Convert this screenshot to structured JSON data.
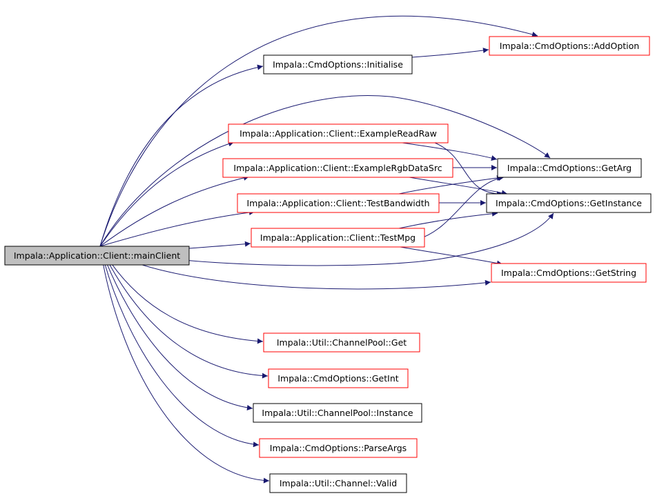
{
  "colors": {
    "edge": "#191970",
    "root_fill": "#bfbfbf",
    "border_documented": "#000000",
    "border_undocumented": "#ff0000"
  },
  "nodes": [
    {
      "id": "mainClient",
      "label": "Impala::Application::Client::mainClient",
      "root": true,
      "border": "#000000"
    },
    {
      "id": "AddOption",
      "label": "Impala::CmdOptions::AddOption",
      "border": "#ff0000"
    },
    {
      "id": "Initialise",
      "label": "Impala::CmdOptions::Initialise",
      "border": "#000000"
    },
    {
      "id": "ExampleReadRaw",
      "label": "Impala::Application::Client::ExampleReadRaw",
      "border": "#ff0000"
    },
    {
      "id": "ExampleRgbDataSrc",
      "label": "Impala::Application::Client::ExampleRgbDataSrc",
      "border": "#ff0000"
    },
    {
      "id": "GetArg",
      "label": "Impala::CmdOptions::GetArg",
      "border": "#000000"
    },
    {
      "id": "TestBandwidth",
      "label": "Impala::Application::Client::TestBandwidth",
      "border": "#ff0000"
    },
    {
      "id": "GetInstance",
      "label": "Impala::CmdOptions::GetInstance",
      "border": "#000000"
    },
    {
      "id": "TestMpg",
      "label": "Impala::Application::Client::TestMpg",
      "border": "#ff0000"
    },
    {
      "id": "GetString",
      "label": "Impala::CmdOptions::GetString",
      "border": "#ff0000"
    },
    {
      "id": "ChannelPoolGet",
      "label": "Impala::Util::ChannelPool::Get",
      "border": "#ff0000"
    },
    {
      "id": "GetInt",
      "label": "Impala::CmdOptions::GetInt",
      "border": "#ff0000"
    },
    {
      "id": "ChannelPoolInstance",
      "label": "Impala::Util::ChannelPool::Instance",
      "border": "#000000"
    },
    {
      "id": "ParseArgs",
      "label": "Impala::CmdOptions::ParseArgs",
      "border": "#ff0000"
    },
    {
      "id": "ChannelValid",
      "label": "Impala::Util::Channel::Valid",
      "border": "#000000"
    }
  ],
  "edges": [
    {
      "from": "mainClient",
      "to": "AddOption"
    },
    {
      "from": "mainClient",
      "to": "Initialise"
    },
    {
      "from": "mainClient",
      "to": "GetArg"
    },
    {
      "from": "mainClient",
      "to": "ExampleReadRaw"
    },
    {
      "from": "mainClient",
      "to": "ExampleRgbDataSrc"
    },
    {
      "from": "mainClient",
      "to": "TestBandwidth"
    },
    {
      "from": "mainClient",
      "to": "TestMpg"
    },
    {
      "from": "mainClient",
      "to": "GetInstance"
    },
    {
      "from": "mainClient",
      "to": "GetString"
    },
    {
      "from": "mainClient",
      "to": "ChannelPoolGet"
    },
    {
      "from": "mainClient",
      "to": "GetInt"
    },
    {
      "from": "mainClient",
      "to": "ChannelPoolInstance"
    },
    {
      "from": "mainClient",
      "to": "ParseArgs"
    },
    {
      "from": "mainClient",
      "to": "ChannelValid"
    },
    {
      "from": "Initialise",
      "to": "AddOption"
    },
    {
      "from": "ExampleReadRaw",
      "to": "GetArg"
    },
    {
      "from": "ExampleReadRaw",
      "to": "GetInstance"
    },
    {
      "from": "ExampleRgbDataSrc",
      "to": "GetArg"
    },
    {
      "from": "ExampleRgbDataSrc",
      "to": "GetInstance"
    },
    {
      "from": "TestBandwidth",
      "to": "GetArg"
    },
    {
      "from": "TestBandwidth",
      "to": "GetInstance"
    },
    {
      "from": "TestMpg",
      "to": "GetArg"
    },
    {
      "from": "TestMpg",
      "to": "GetInstance"
    },
    {
      "from": "TestMpg",
      "to": "GetString"
    }
  ]
}
